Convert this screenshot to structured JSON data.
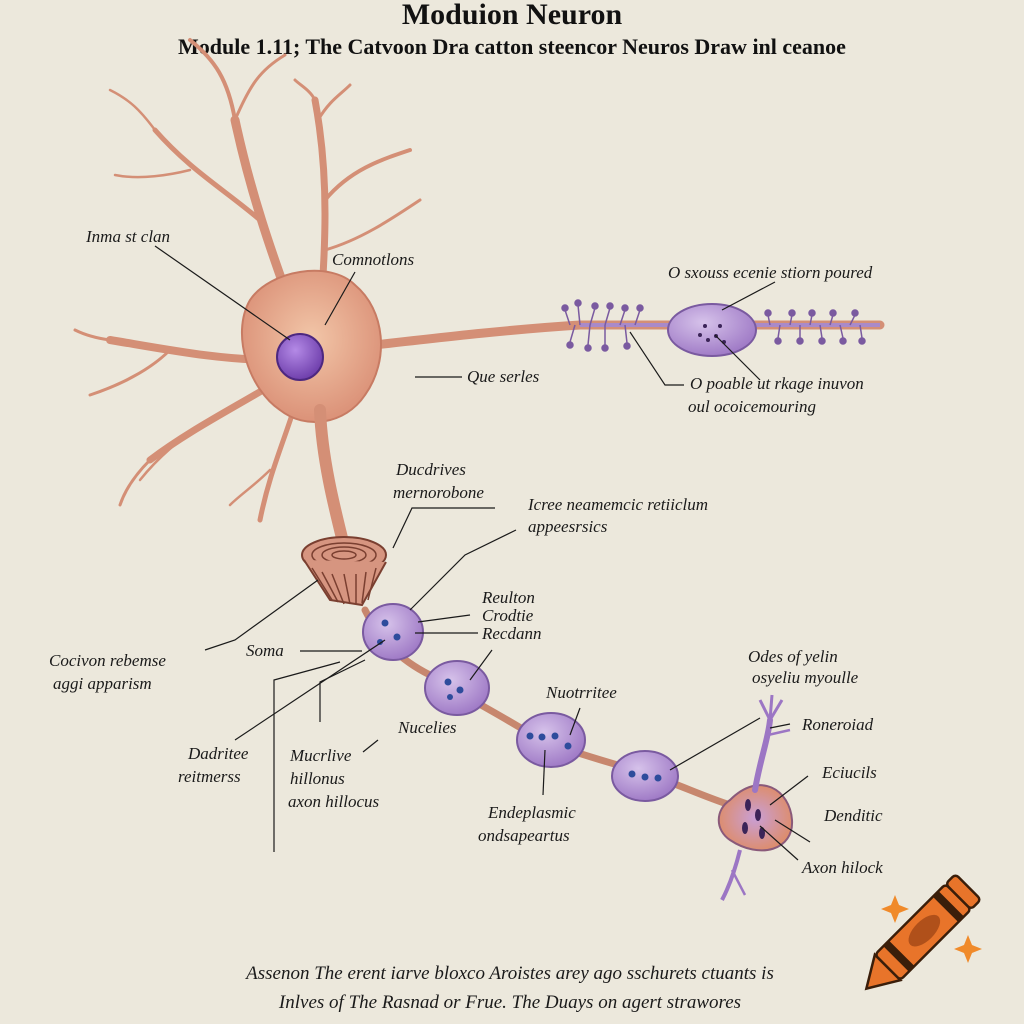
{
  "header": {
    "title": "Moduion Neuron",
    "subtitle": "Module 1.11; The Catvoon Dra catton steencor Neuros Draw inl ceanoe"
  },
  "labels": {
    "l1": "Inma st clan",
    "l2": "Comnotlons",
    "l3": "O sxouss ecenie stiorn poured",
    "l4": "Que serles",
    "l5a": "O poable ut rkage inuvon",
    "l5b": "oul ocoicemouring",
    "l6a": "Ducdrives",
    "l6b": "mernorobone",
    "l7a": "Icree neamemcic retiiclum",
    "l7b": "appeesrsics",
    "l8a": "Reulton",
    "l8b": "Crodtie",
    "l8c": "Recdann",
    "l9": "Soma",
    "l10a": "Cocivon rebemse",
    "l10b": "aggi apparism",
    "l11a": "Odes of yelin",
    "l11b": "osyeliu myoulle",
    "l12": "Nuotrritee",
    "l13": "Nucelies",
    "l14a": "Dadritee",
    "l14b": "reitmerss",
    "l15a": "Mucrlive",
    "l15b": "hillonus",
    "l15c": "axon hillocus",
    "l16": "Roneroiad",
    "l17": "Eciucils",
    "l18": "Denditic",
    "l19a": "Endeplasmic",
    "l19b": "ondsapeartus",
    "l20": "Axon hilock"
  },
  "footer": {
    "line1": "Assenon The erent iarve bloxco Aroistes arey ago sschurets ctuants is",
    "line2": "Inlves of The  Rasnad  or  Frue. The Duays on agert strawores"
  },
  "colors": {
    "background": "#ece8dc",
    "cell_body": "#e0a088",
    "nucleus": "#8a5cc4",
    "myelin": "#a98ac9",
    "crayon": "#e8742a"
  },
  "icons": {
    "crayon": "crayon-icon",
    "sparkles": "sparkle-icon"
  }
}
